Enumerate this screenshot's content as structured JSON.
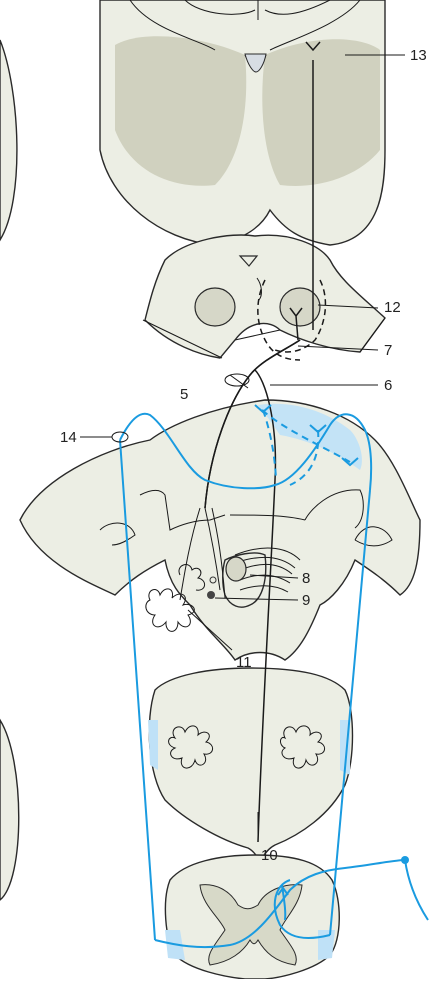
{
  "labels": {
    "l5": "5",
    "l6": "6",
    "l7": "7",
    "l8": "8",
    "l9": "9",
    "l10": "10",
    "l11": "11",
    "l12": "12",
    "l13": "13",
    "l14": "14"
  },
  "colors": {
    "pathway_blue": "#1a9be0",
    "highlight_blue": "#bfe1f7",
    "tissue": "#eceee4",
    "nucleus": "#d6d7c8"
  }
}
